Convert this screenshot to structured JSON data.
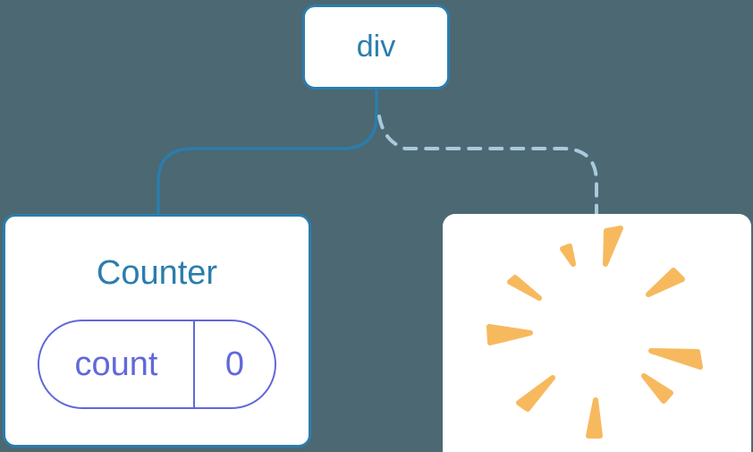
{
  "diagram": {
    "background_color": "#4c6872",
    "root": {
      "label": "div"
    },
    "counter": {
      "title": "Counter",
      "state_key": "count",
      "state_value": "0"
    },
    "removed": {
      "icon": "poof-starburst"
    },
    "edges": [
      {
        "from": "div",
        "to": "Counter",
        "style": "solid"
      },
      {
        "from": "div",
        "to": "removed-subtree",
        "style": "dashed"
      }
    ],
    "colors": {
      "node_border": "#2b7dad",
      "node_text": "#2b7dad",
      "state_pill": "#6168d9",
      "connector_solid": "#2b7dad",
      "connector_dashed": "#a9c9de",
      "poof": "#f7b95e",
      "card_background": "#ffffff"
    }
  }
}
